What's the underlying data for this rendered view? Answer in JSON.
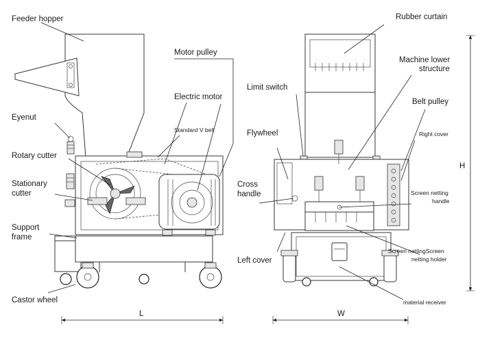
{
  "labels": {
    "feeder_hopper": "Feeder hopper",
    "eyenut": "Eyenut",
    "rotary_cutter": "Rotary cutter",
    "stationary_cutter_1": "Stationary",
    "stationary_cutter_2": "cutter",
    "support_frame_1": "Support",
    "support_frame_2": "frame",
    "castor_wheel": "Castor wheel",
    "motor_pulley": "Motor pulley",
    "electric_motor": "Electric motor",
    "standard_v_belt": "Standard V belt",
    "rubber_curtain": "Rubber curtain",
    "machine_lower_structure_1": "Machine lower",
    "machine_lower_structure_2": "structure",
    "limit_switch": "Limit switch",
    "belt_pulley": "Belt pulley",
    "flywheel": "Flywheel",
    "right_cover": "Right cover",
    "cross_handle_1": "Cross",
    "cross_handle_2": "handle",
    "screen_netting_handle_1": "Screen netting",
    "screen_netting_handle_2": "handle",
    "left_cover": "Left cover",
    "screen_netting_holder_1": "Screen nettingScreen",
    "screen_netting_holder_2": "netting holder",
    "material_receiver": "material receiver"
  },
  "dimensions": {
    "length": "L",
    "width": "W",
    "height": "H"
  }
}
